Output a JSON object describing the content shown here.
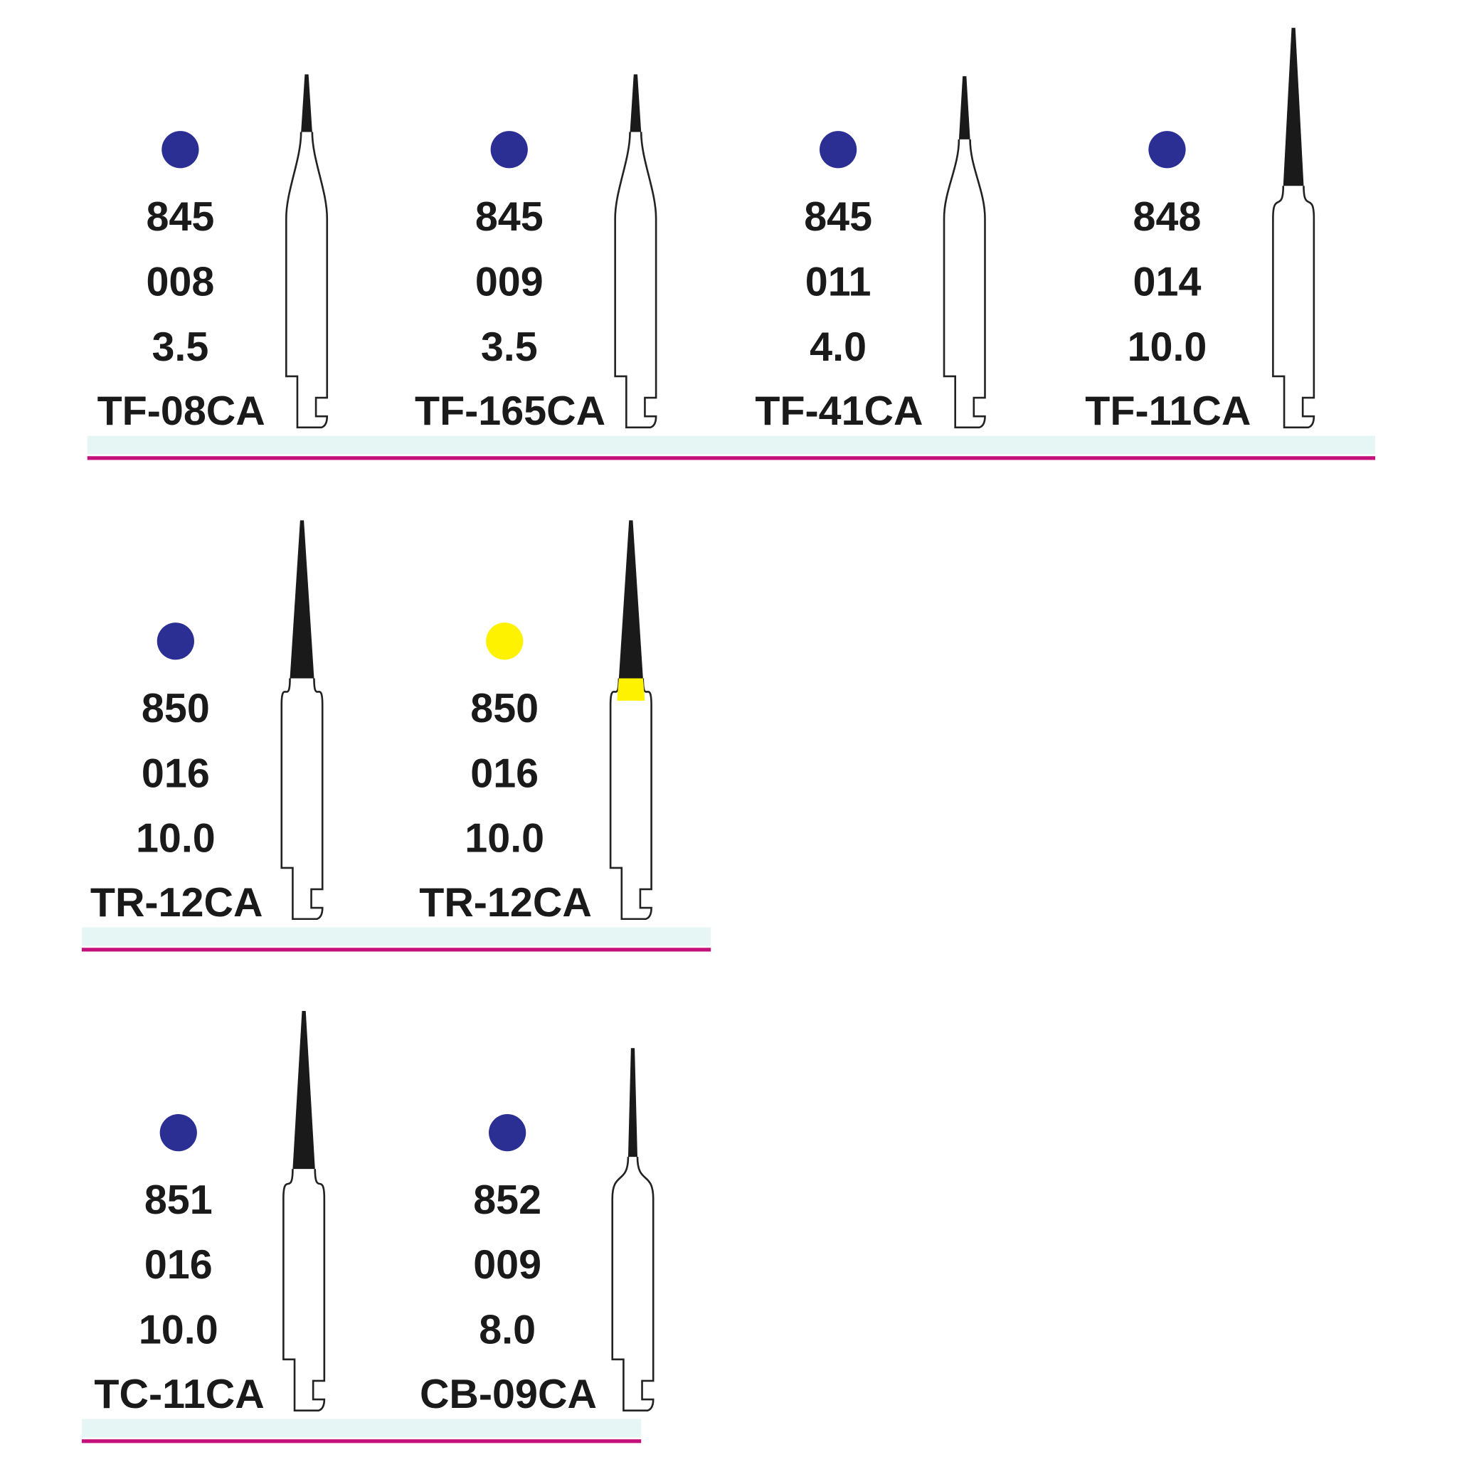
{
  "colors": {
    "blue": "#2b2f93",
    "yellow": "#fff200",
    "separator": "#c4107a",
    "separator_glow": "#e6f6f4",
    "head": "#1a1a1a"
  },
  "rows": [
    {
      "items": [
        {
          "ring_color": "#2b2f93",
          "shape": "845",
          "size": "008",
          "length": "3.5",
          "code": "TF-08CA"
        },
        {
          "ring_color": "#2b2f93",
          "shape": "845",
          "size": "009",
          "length": "3.5",
          "code": "TF-165CA"
        },
        {
          "ring_color": "#2b2f93",
          "shape": "845",
          "size": "011",
          "length": "4.0",
          "code": "TF-41CA"
        },
        {
          "ring_color": "#2b2f93",
          "shape": "848",
          "size": "014",
          "length": "10.0",
          "code": "TF-11CA"
        }
      ]
    },
    {
      "items": [
        {
          "ring_color": "#2b2f93",
          "shape": "850",
          "size": "016",
          "length": "10.0",
          "code": "TR-12CA"
        },
        {
          "ring_color": "#fff200",
          "shape": "850",
          "size": "016",
          "length": "10.0",
          "code": "TR-12CA"
        }
      ]
    },
    {
      "items": [
        {
          "ring_color": "#2b2f93",
          "shape": "851",
          "size": "016",
          "length": "10.0",
          "code": "TC-11CA"
        },
        {
          "ring_color": "#2b2f93",
          "shape": "852",
          "size": "009",
          "length": "8.0",
          "code": "CB-09CA"
        }
      ]
    }
  ]
}
